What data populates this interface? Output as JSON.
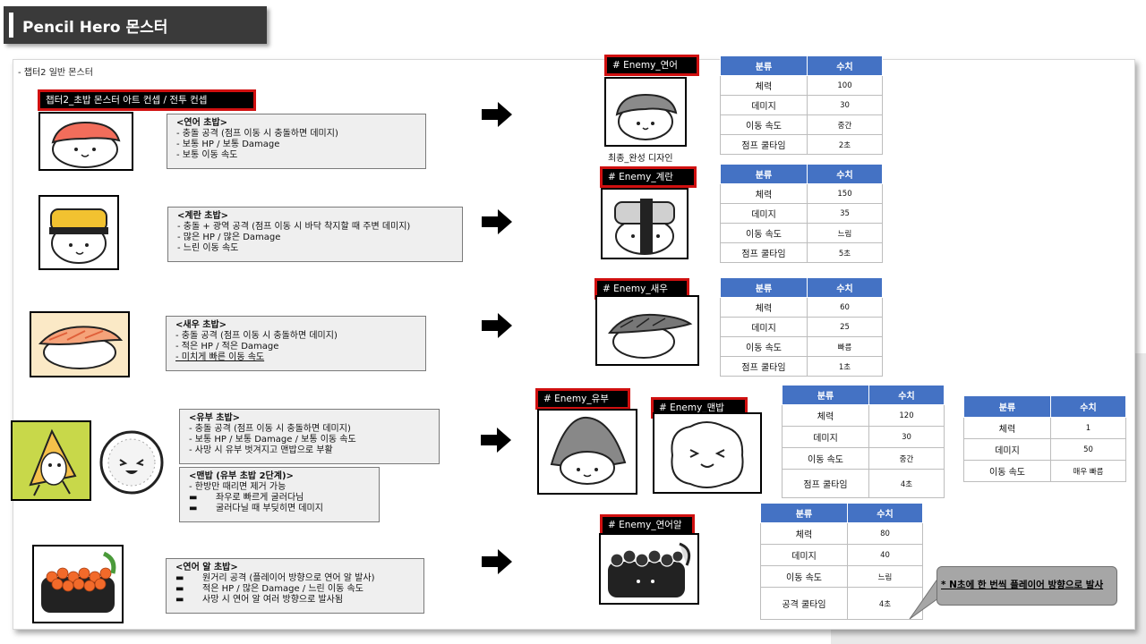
{
  "title": "Pencil Hero 몬스터",
  "subtitle": "- 챕터2 일반 몬스터",
  "concept_label": "챕터2_초밥 몬스터 아트 컨셉 / 전투 컨셉",
  "final_caption": "최종_완성 디자인",
  "table_headers": {
    "category": "분류",
    "value": "수치"
  },
  "monsters": {
    "salmon": {
      "desc": [
        "<연어 초밥>",
        "- 충돌 공격 (점프 이동 시 충돌하면 데미지)",
        "- 보통 HP / 보통 Damage",
        "- 보통 이동 속도"
      ],
      "enemy": "# Enemy_연어",
      "stats": [
        [
          "체력",
          "100"
        ],
        [
          "데미지",
          "30"
        ],
        [
          "이동 속도",
          "중간"
        ],
        [
          "점프 쿨타임",
          "2초"
        ]
      ]
    },
    "egg": {
      "desc": [
        "<계란 초밥>",
        "- 충돌 + 광역 공격 (점프 이동 시 바닥 착지할 때 주변 데미지)",
        "- 많은 HP / 많은 Damage",
        "- 느린 이동 속도"
      ],
      "enemy": "# Enemy_계란",
      "stats": [
        [
          "체력",
          "150"
        ],
        [
          "데미지",
          "35"
        ],
        [
          "이동 속도",
          "느림"
        ],
        [
          "점프 쿨타임",
          "5초"
        ]
      ]
    },
    "shrimp": {
      "desc": [
        "<새우 초밥>",
        "- 충돌 공격 (점프 이동 시 충돌하면 데미지)",
        "- 적은 HP / 적은 Damage",
        "- 미치게 빠른 이동 속도"
      ],
      "enemy": "# Enemy_새우",
      "stats": [
        [
          "체력",
          "60"
        ],
        [
          "데미지",
          "25"
        ],
        [
          "이동 속도",
          "빠름"
        ],
        [
          "점프 쿨타임",
          "1초"
        ]
      ]
    },
    "tofu": {
      "desc": [
        "<유부 초밥>",
        "- 충돌 공격 (점프 이동 시 충돌하면 데미지)",
        "- 보통 HP / 보통 Damage / 보통 이동 속도",
        "- 사망 시 유부 벗겨지고 맨밥으로 부활"
      ],
      "enemy": "# Enemy_유부",
      "stats": [
        [
          "체력",
          "120"
        ],
        [
          "데미지",
          "30"
        ],
        [
          "이동 속도",
          "중간"
        ],
        [
          "점프 쿨타임",
          "4초"
        ]
      ]
    },
    "rice": {
      "desc": [
        "<맨밥 (유부 초밥 2단계)>",
        "-  한방만 때리면 제거 가능",
        "좌우로 빠르게 굴러다님",
        "굴러다닐 때 부딪히면 데미지"
      ],
      "enemy": "# Enemy_맨밥",
      "stats": [
        [
          "체력",
          "1"
        ],
        [
          "데미지",
          "50"
        ],
        [
          "이동 속도",
          "매우 빠름"
        ]
      ]
    },
    "roe": {
      "desc": [
        "<연어 알 초밥>",
        "원거리 공격 (플레이어 방향으로 연어 알 발사)",
        "적은 HP / 많은 Damage / 느린 이동 속도",
        "사망 시 연어 알 여러 방향으로 발사됨"
      ],
      "enemy": "# Enemy_연어알",
      "stats": [
        [
          "체력",
          "80"
        ],
        [
          "데미지",
          "40"
        ],
        [
          "이동 속도",
          "느림"
        ],
        [
          "공격 쿨타임",
          "4초"
        ]
      ]
    }
  },
  "callout": "* N초에 한 번씩 플레이어 방향으로 발사",
  "colors": {
    "header_blue": "#4472c4",
    "label_red": "#d01010",
    "title_bg": "#3a3a3a"
  }
}
